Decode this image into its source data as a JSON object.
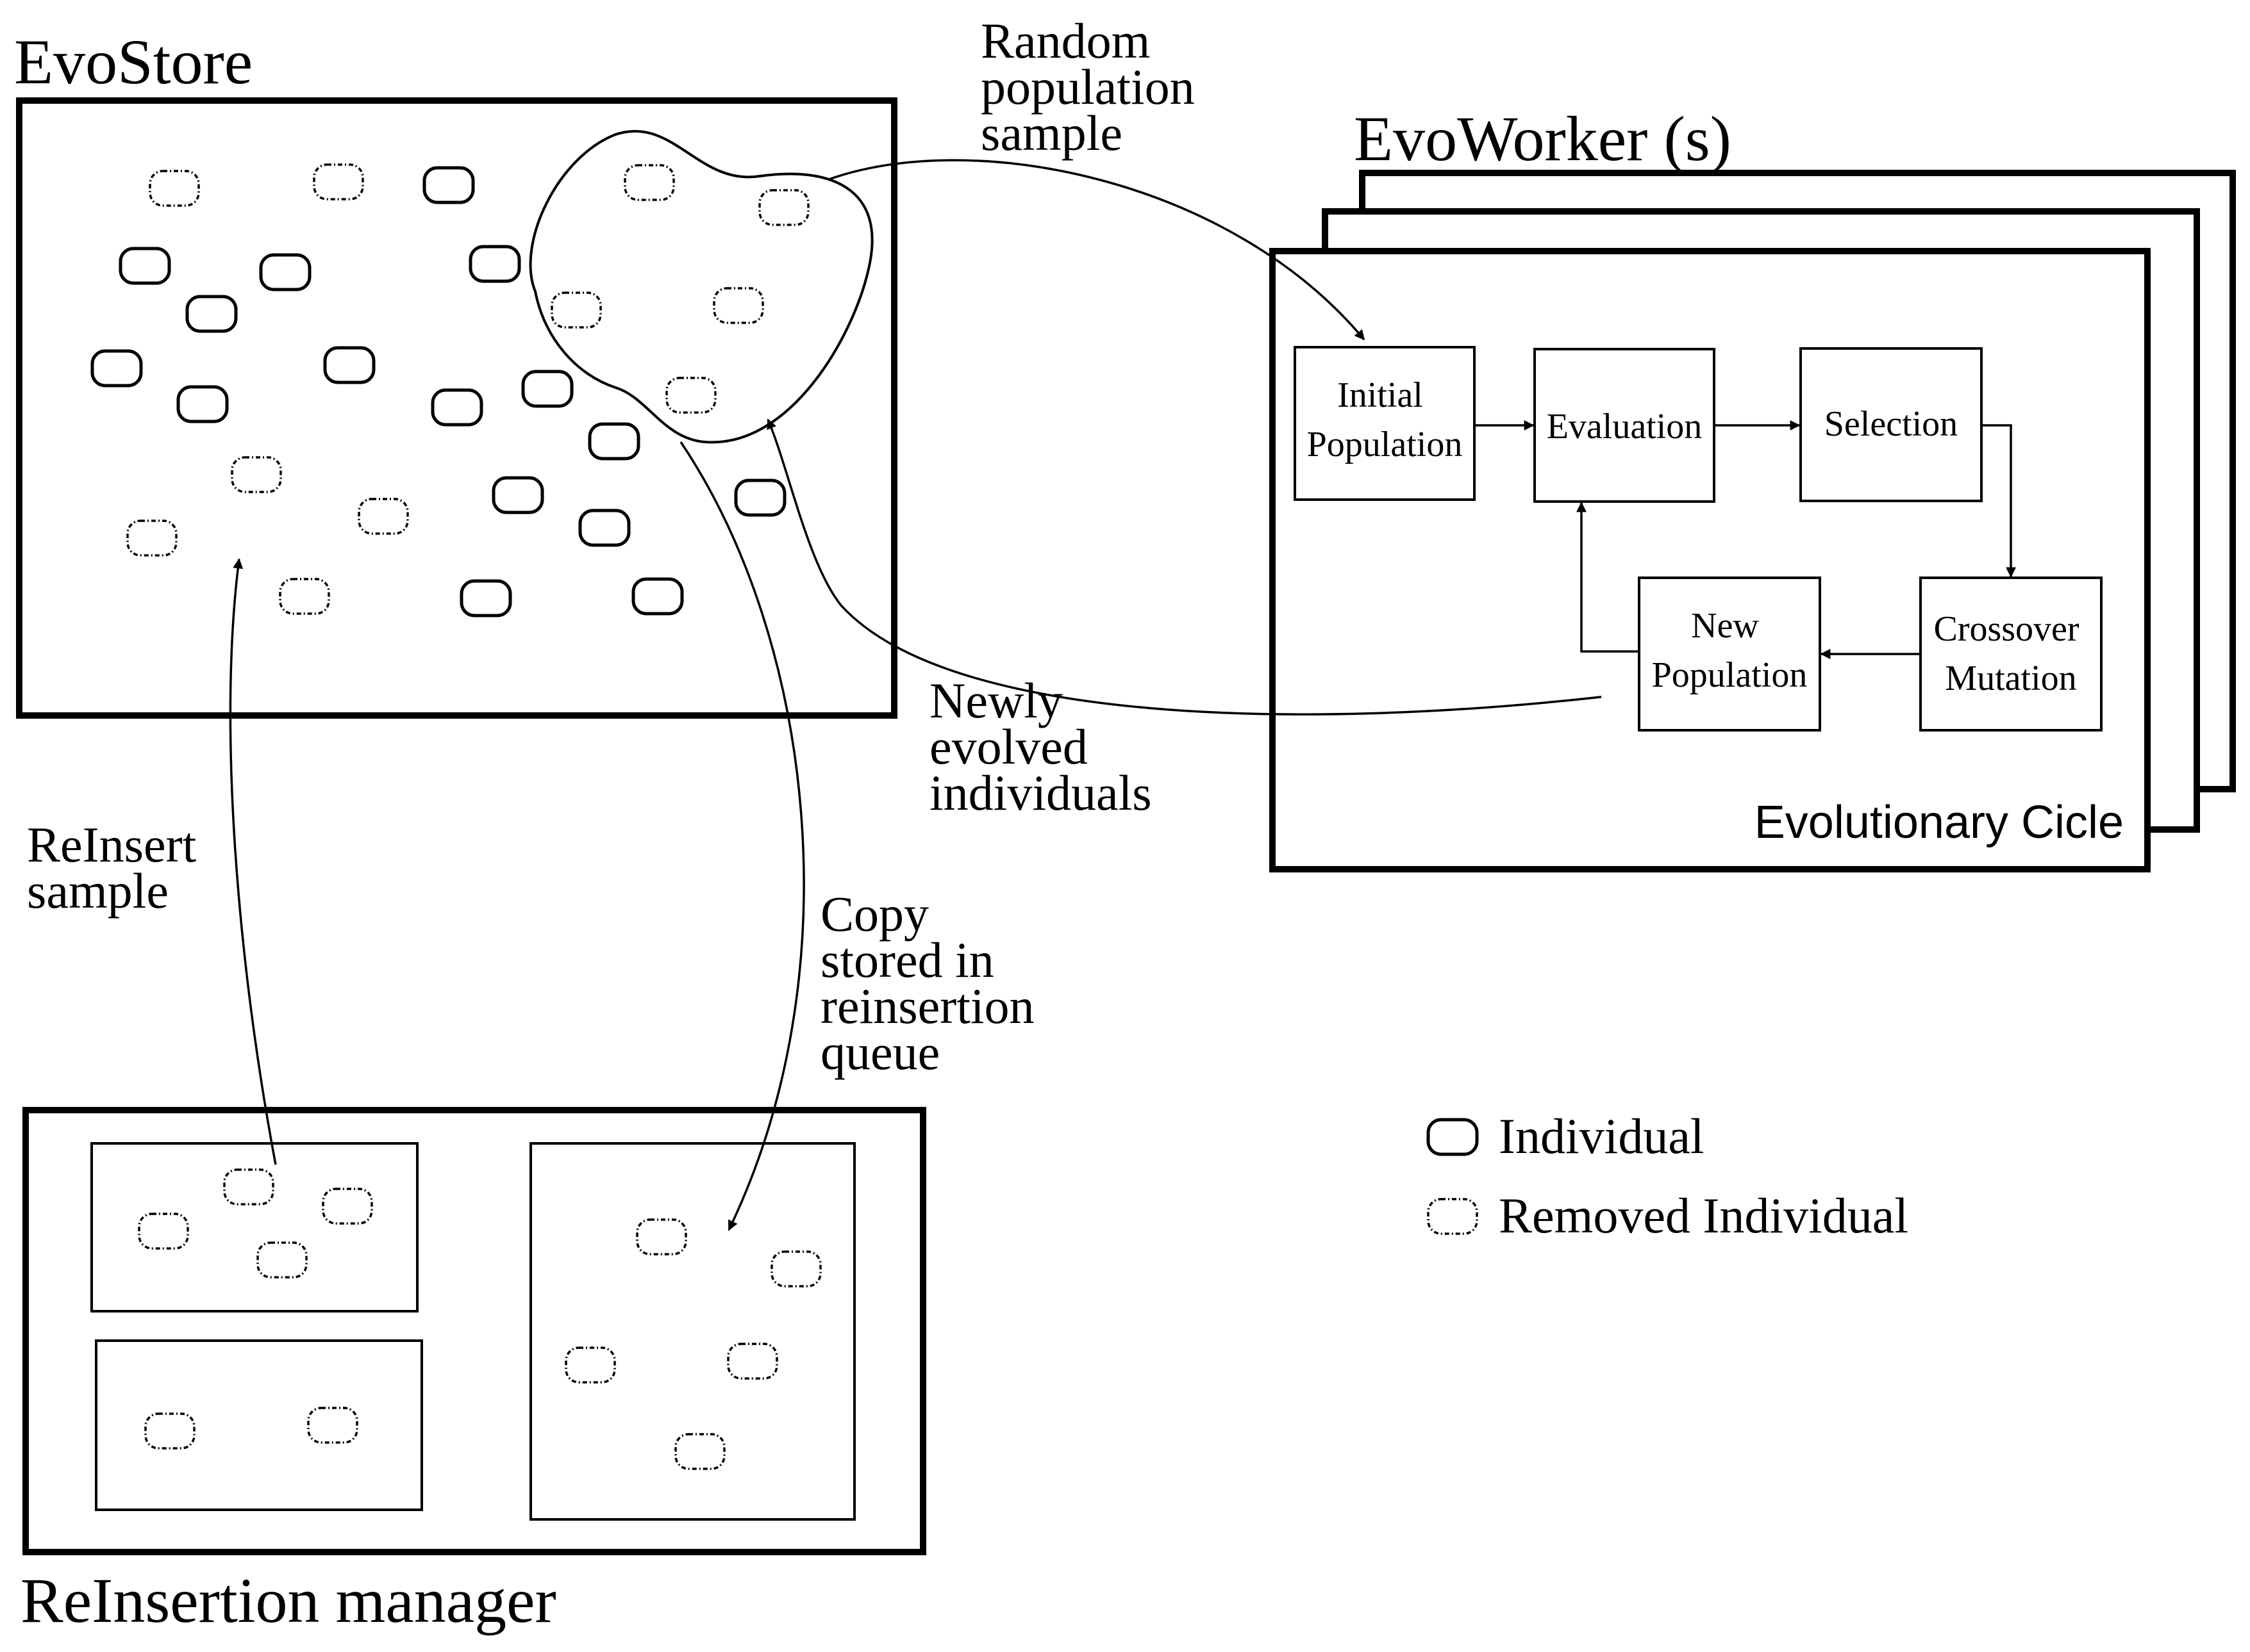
{
  "evostore": {
    "title": "EvoStore"
  },
  "evoworker": {
    "title": "EvoWorker (s)",
    "cycle_label": "Evolutionary Cicle",
    "steps": {
      "initial_population": [
        "Initial",
        "Population"
      ],
      "evaluation": "Evaluation",
      "selection": "Selection",
      "crossover_mutation": [
        "Crossover",
        "Mutation"
      ],
      "new_population": [
        "New",
        "Population"
      ]
    }
  },
  "reinsertion_manager": {
    "title": "ReInsertion manager"
  },
  "annotations": {
    "random_sample": [
      "Random",
      "population",
      "sample"
    ],
    "newly_evolved": [
      "Newly",
      "evolved",
      "individuals"
    ],
    "reinsert_sample": [
      "ReInsert",
      "sample"
    ],
    "copy_stored": [
      "Copy",
      "stored in",
      "reinsertion",
      "queue"
    ]
  },
  "legend": {
    "individual": "Individual",
    "removed_individual": "Removed Individual"
  }
}
